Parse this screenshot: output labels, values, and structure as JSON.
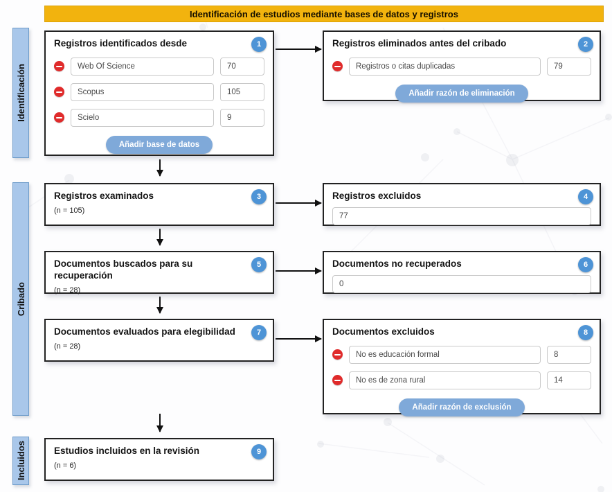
{
  "banner": {
    "title": "Identificación de estudios mediante bases de datos y registros"
  },
  "sidebar": {
    "stages": [
      {
        "label": "Identificación"
      },
      {
        "label": "Cribado"
      },
      {
        "label": "Incluidos"
      }
    ]
  },
  "colors": {
    "banner_yellow": "#F2B30E",
    "badge_blue": "#4E94D6",
    "button_blue": "#7FA9D9",
    "sidebar_blue": "#A9C7EA",
    "remove_red": "#E02B2B"
  },
  "boxes": {
    "identified": {
      "badge": "1",
      "title": "Registros identificados desde",
      "rows": [
        {
          "label": "Web Of Science",
          "value": "70"
        },
        {
          "label": "Scopus",
          "value": "105"
        },
        {
          "label": "Scielo",
          "value": "9"
        }
      ],
      "add_button": "Añadir base de datos"
    },
    "removed_before_screening": {
      "badge": "2",
      "title": "Registros eliminados antes del cribado",
      "rows": [
        {
          "label": "Registros o citas duplicadas",
          "value": "79"
        }
      ],
      "add_button": "Añadir razón de eliminación"
    },
    "screened": {
      "badge": "3",
      "title": "Registros examinados",
      "subtitle": "(n = 105)"
    },
    "records_excluded": {
      "badge": "4",
      "title": "Registros excluidos",
      "value": "77"
    },
    "sought": {
      "badge": "5",
      "title": "Documentos buscados para su recuperación",
      "subtitle": "(n = 28)"
    },
    "not_retrieved": {
      "badge": "6",
      "title": "Documentos no recuperados",
      "value": "0"
    },
    "assessed": {
      "badge": "7",
      "title": "Documentos evaluados para elegibilidad",
      "subtitle": "(n = 28)"
    },
    "documents_excluded": {
      "badge": "8",
      "title": "Documentos excluidos",
      "rows": [
        {
          "label": "No es educación formal",
          "value": "8"
        },
        {
          "label": "No es de zona rural",
          "value": "14"
        }
      ],
      "add_button": "Añadir razón de exclusión"
    },
    "included": {
      "badge": "9",
      "title": "Estudios incluidos en la revisión",
      "subtitle": "(n = 6)"
    }
  }
}
